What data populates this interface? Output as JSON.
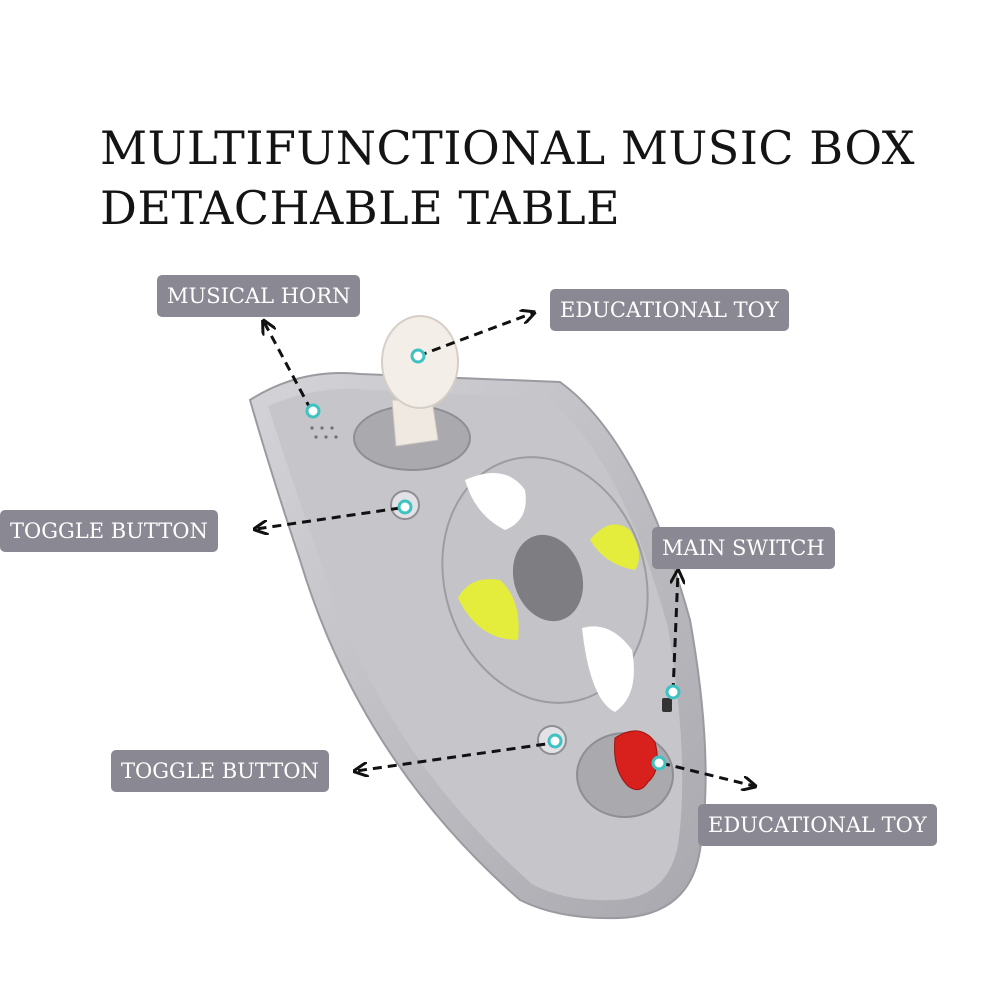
{
  "title": {
    "line1": "MULTIFUNCTIONAL MUSIC BOX",
    "line2": "DETACHABLE TABLE"
  },
  "labels": {
    "musical_horn": "MUSICAL HORN",
    "educational_toy_top": "EDUCATIONAL TOY",
    "toggle_button_top": "TOGGLE BUTTON",
    "main_switch": "MAIN SWITCH",
    "toggle_button_bottom": "TOGGLE BUTTON",
    "educational_toy_bottom": "EDUCATIONAL TOY"
  },
  "colors": {
    "label_bg": "#8a8892",
    "marker": "#3fc2c2",
    "body_gray": "#b9b9bd",
    "accent_yellow": "#e4ec3c",
    "accent_red": "#d8201c"
  }
}
